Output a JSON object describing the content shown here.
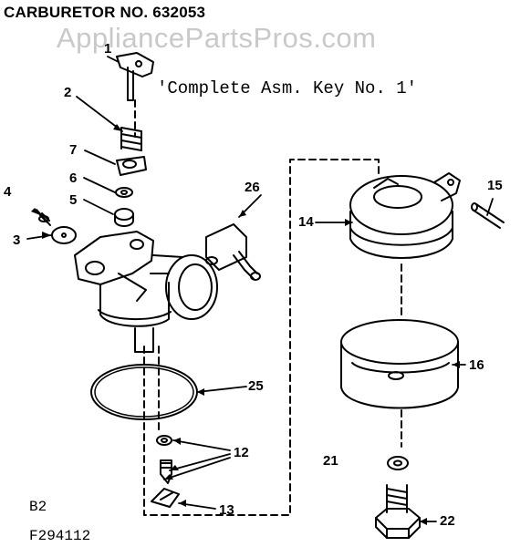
{
  "header": {
    "title": "CARBURETOR NO. 632053"
  },
  "watermark": {
    "text": "AppliancePartsPros.com"
  },
  "note": {
    "text": "'Complete Asm. Key No. 1'"
  },
  "labels": {
    "n1": "1",
    "n2": "2",
    "n3": "3",
    "n4": "4",
    "n5": "5",
    "n6": "6",
    "n7": "7",
    "n12": "12",
    "n13": "13",
    "n14": "14",
    "n15": "15",
    "n16": "16",
    "n21": "21",
    "n22": "22",
    "n25": "25",
    "n26": "26"
  },
  "footer": {
    "grid_ref": "B2",
    "figure_ref": "F294112"
  }
}
